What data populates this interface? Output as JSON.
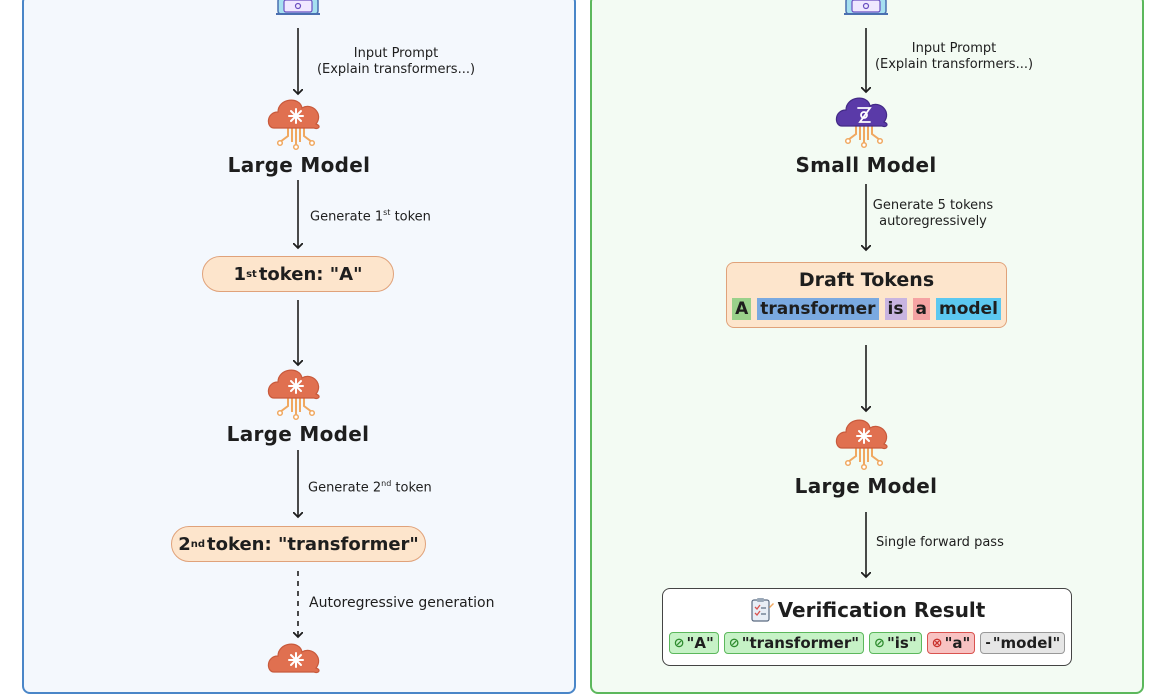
{
  "left": {
    "prompt_label": [
      "Input Prompt",
      "(Explain transformers...)"
    ],
    "model1": "Large Model",
    "gen1": {
      "pre": "Generate 1",
      "sup": "st",
      "post": " token"
    },
    "token1": {
      "pre": "1",
      "sup": "st",
      "post": " token: \"A\""
    },
    "model2": "Large Model",
    "gen2": {
      "pre": "Generate 2",
      "sup": "nd",
      "post": " token"
    },
    "token2": {
      "pre": "2",
      "sup": "nd",
      "post": " token: \"transformer\""
    },
    "autoregressive": "Autoregressive generation"
  },
  "right": {
    "prompt_label": [
      "Input Prompt",
      "(Explain transformers...)"
    ],
    "small_model": "Small Model",
    "gen_draft": [
      "Generate 5 tokens",
      "autoregressively"
    ],
    "draft_title": "Draft Tokens",
    "draft_tokens": [
      {
        "text": "A",
        "color": "#9ad18b"
      },
      {
        "text": "transformer",
        "color": "#7aa9e0"
      },
      {
        "text": "is",
        "color": "#c8b4e0"
      },
      {
        "text": "a",
        "color": "#f5a3a3"
      },
      {
        "text": "model",
        "color": "#5cc8f0"
      }
    ],
    "large_model": "Large Model",
    "forward_pass": "Single forward pass",
    "verify_icon": "clipboard-checklist-icon",
    "verify_title": "Verification Result",
    "verify_chips": [
      {
        "status": "ok",
        "icon": "check-circle-icon",
        "symbol": "⊘",
        "text": "\"A\""
      },
      {
        "status": "ok",
        "icon": "check-circle-icon",
        "symbol": "⊘",
        "text": "\"transformer\""
      },
      {
        "status": "ok",
        "icon": "check-circle-icon",
        "symbol": "⊘",
        "text": "\"is\""
      },
      {
        "status": "bad",
        "icon": "x-circle-icon",
        "symbol": "⊗",
        "text": "\"a\""
      },
      {
        "status": "skip",
        "icon": "dash-icon",
        "symbol": "-",
        "text": " \"model\""
      }
    ]
  },
  "colors": {
    "left_border": "#4a86c8",
    "right_border": "#5cb85c",
    "large_model_cloud": "#e07050",
    "small_model_cloud": "#5a3aa8",
    "circuit": "#f0a860",
    "token_fill": "#fde5cc"
  }
}
